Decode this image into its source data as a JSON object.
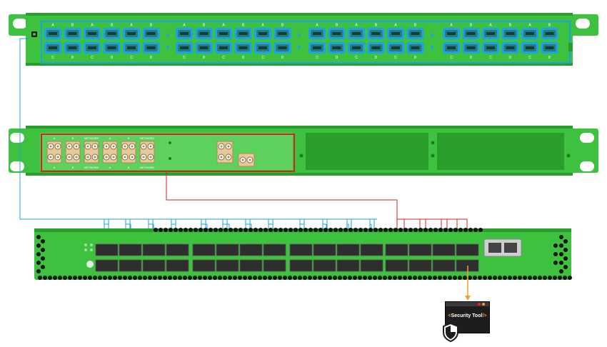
{
  "patch_panel_top": {
    "groups": 4,
    "ports_per_row": 6,
    "top_row_labels": [
      "A",
      "B",
      "A",
      "B",
      "A",
      "B"
    ],
    "bottom_row_labels": [
      "C",
      "D",
      "C",
      "D",
      "C",
      "D"
    ],
    "panel_color": "#3ec13e",
    "highlight_color": "#1aa3e8"
  },
  "patch_panel_middle": {
    "lc_labels_top": [
      "A",
      "B",
      "NETWORK",
      "A",
      "B",
      "NETWORK"
    ],
    "lc_labels_bottom": [
      "A",
      "B",
      "NETWORK",
      "A",
      "B",
      "NETWORK"
    ],
    "highlight_color": "#d2232a"
  },
  "network_switch": {
    "groups": 4,
    "ports_per_row_per_group": 4,
    "body_color": "#3ec13e",
    "arrow_blue": "#1aa3e8",
    "arrow_red": "#e8202a"
  },
  "security_tool": {
    "label": "Security Tool",
    "bracket_open": "<",
    "bracket_close": "/>",
    "connector_color": "#f0a030",
    "icon": "shield-icon"
  },
  "colors": {
    "green": "#3ec13e",
    "dark_green": "#2a9e2a",
    "port_teal": "#2b7a7a",
    "blue_line": "#1aa3e8",
    "red_line": "#d2232a",
    "orange_line": "#f0a030"
  }
}
